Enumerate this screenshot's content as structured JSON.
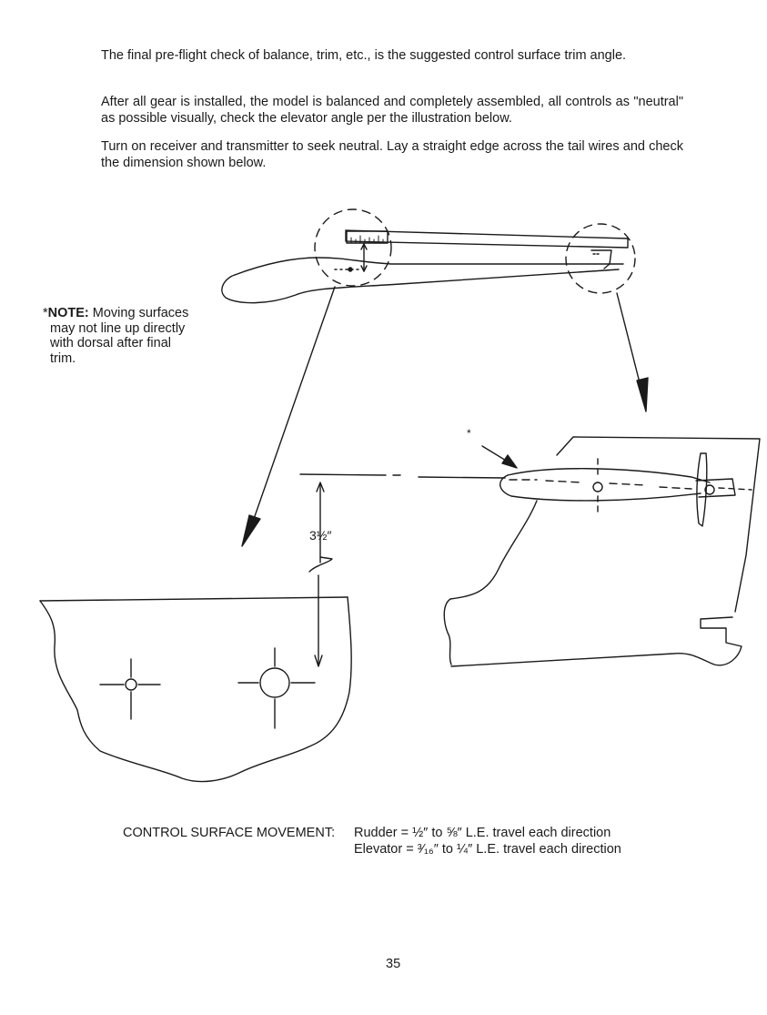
{
  "paragraphs": {
    "p1": "The final pre-flight check of balance, trim, etc., is the suggested control surface trim angle.",
    "p2": "After all gear is installed, the model is balanced and completely assembled, all controls as \"neutral\" as possible visually, check the elevator angle per the illustration below.",
    "p3": "Turn on receiver and transmitter to seek neutral. Lay a straight edge across the tail wires and check the dimension shown below."
  },
  "note": {
    "prefix": "*",
    "bold": "NOTE:",
    "line1": " Moving surfaces",
    "line2": "may not line up directly",
    "line3": "with dorsal after final",
    "line4": "trim."
  },
  "figure": {
    "dimension": "3½″",
    "star": "*"
  },
  "control_surface": {
    "label": "CONTROL SURFACE MOVEMENT:",
    "rudder": "Rudder = ½″ to ⅝″ L.E. travel each direction",
    "elevator": "Elevator = ³⁄₁₆″ to ¼″ L.E. travel each direction"
  },
  "page_number": "35"
}
